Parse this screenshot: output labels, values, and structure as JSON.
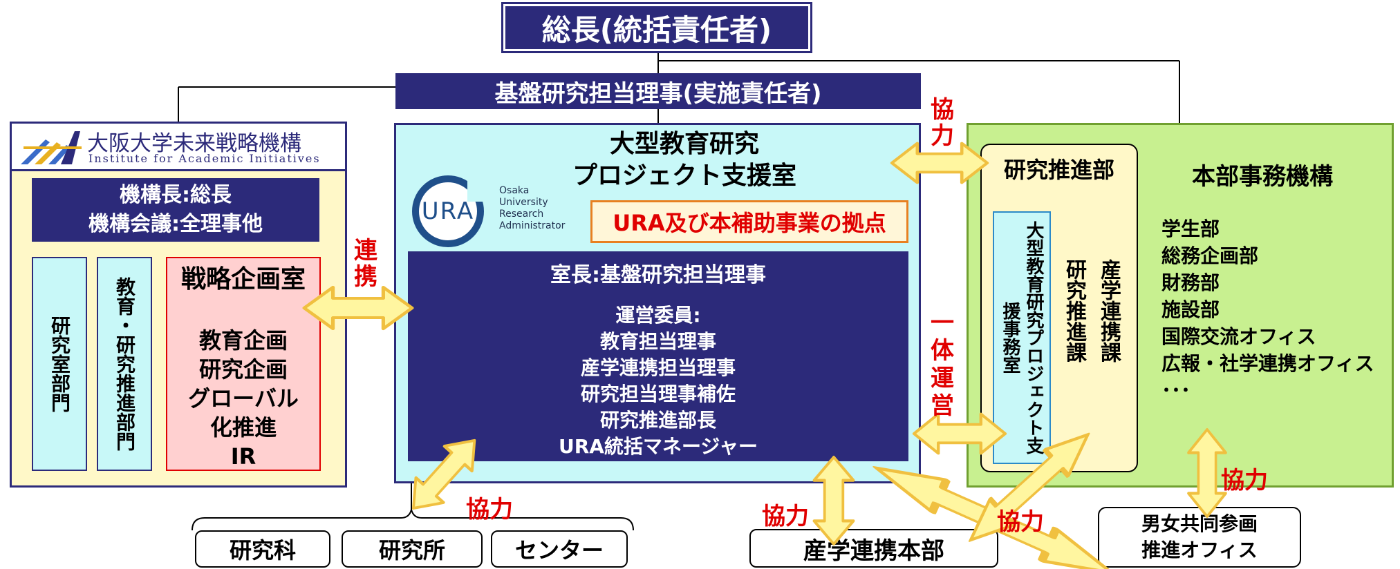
{
  "president": "総長(統括責任者)",
  "executive_director": "基盤研究担当理事(実施責任者)",
  "institute": {
    "name_jp": "大阪大学未来戦略機構",
    "name_en": "Institute for Academic Initiatives",
    "chair_line1": "機構長:総長",
    "chair_line2": "機構会議:全理事他",
    "div1": "研究室部門",
    "div2": "教育・研究推進部門",
    "strategy_title": "戦略企画室",
    "strategy_items": [
      "教育企画",
      "研究企画",
      "グローバル",
      "化推進",
      "IR"
    ]
  },
  "support_office": {
    "title_line1": "大型教育研究",
    "title_line2": "プロジェクト支援室",
    "ura_logo": "URA",
    "ura_sub": [
      "Osaka",
      "University",
      "Research",
      "Administrator"
    ],
    "hub": "URA及び本補助事業の拠点",
    "head": "室長:基盤研究担当理事",
    "committee_title": "運営委員:",
    "committee": [
      "教育担当理事",
      "産学連携担当理事",
      "研究担当理事補佐",
      "研究推進部長",
      "URA統括マネージャー"
    ]
  },
  "admin": {
    "title": "本部事務機構",
    "research_dept": "研究推進部",
    "subunit1": "大型教育研究プロジェクト支援事務室",
    "subunit2": "研究推進課",
    "subunit3": "産学連携課",
    "departments": [
      "学生部",
      "総務企画部",
      "財務部",
      "施設部",
      "国際交流オフィス",
      "広報・社学連携オフィス",
      "･･･"
    ]
  },
  "bottom_units": [
    "研究科",
    "研究所",
    "センター"
  ],
  "industry": "産学連携本部",
  "gender_line1": "男女共同参画",
  "gender_line2": "推進オフィス",
  "labels": {
    "renkei_1": "連",
    "renkei_2": "携",
    "kyoryoku_top_1": "協",
    "kyoryoku_top_2": "力",
    "ittai_1": "一",
    "ittai_2": "体",
    "ittai_3": "運",
    "ittai_4": "営",
    "kyoryoku_bottom_left": "協力",
    "kyoryoku_industry": "協力",
    "kyoryoku_center": "協力",
    "kyoryoku_right": "協力"
  },
  "colors": {
    "navy": "#2c2a7a",
    "light_yellow": "#fff8c8",
    "light_cyan": "#c8f8f8",
    "light_green": "#c8f090",
    "pink": "#ffd0d0",
    "red": "#e00000",
    "arrow_fill": "#fff6a0",
    "arrow_stroke": "#f0c040"
  }
}
